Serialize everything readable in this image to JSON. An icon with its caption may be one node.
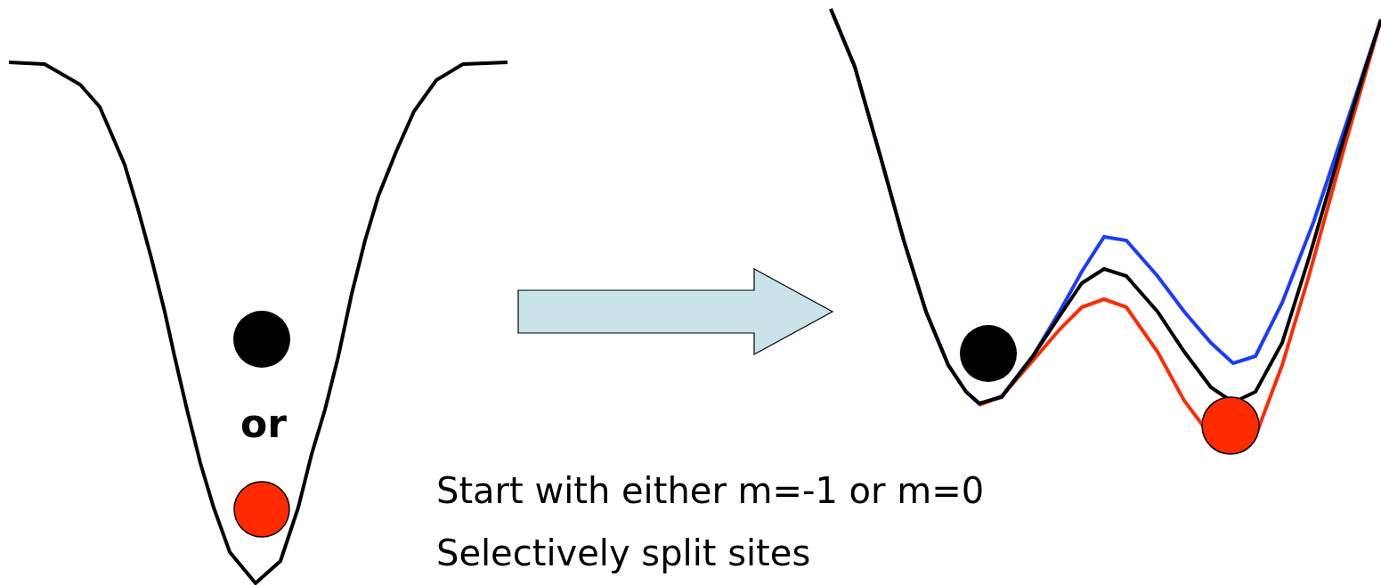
{
  "diagram": {
    "nodes": [
      {
        "text": [],
        "shape": "picture"
      },
      {
        "text": [],
        "shape": "picture"
      }
    ],
    "edges": [
      {
        "from": 0,
        "to": 1,
        "arrow": "to"
      }
    ],
    "labels": [
      "or",
      "Start with either m=-1 or m=0",
      "Selectively split sites"
    ]
  }
}
